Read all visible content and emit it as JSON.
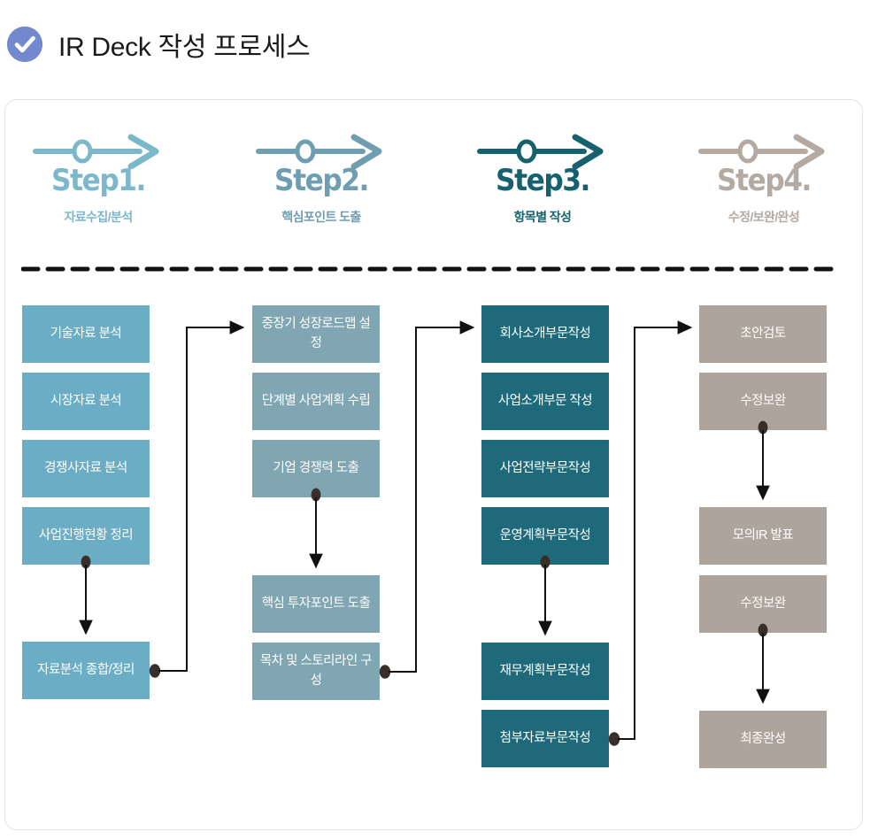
{
  "header": {
    "icon": "check-circle-icon",
    "title": "IR Deck 작성 프로세스",
    "icon_color": "#7289ce"
  },
  "steps": [
    {
      "word": "Step1.",
      "label": "자료수집/분석",
      "color": "#7CB7CC"
    },
    {
      "word": "Step2.",
      "label": "핵심포인트 도출",
      "color": "#6F9EB0"
    },
    {
      "word": "Step3.",
      "label": "항목별 작성",
      "color": "#17616F"
    },
    {
      "word": "Step4.",
      "label": "수정/보완/완성",
      "color": "#B4AAA1"
    }
  ],
  "columns": [
    {
      "name": "자료수집/분석",
      "color": "#6BADC4",
      "nodes": [
        {
          "label": "기술자료 분석"
        },
        {
          "label": "시장자료 분석"
        },
        {
          "label": "경쟁사자료 분석"
        },
        {
          "label": "사업진행현황 정리"
        },
        {
          "label": "자료분석 종합/정리"
        }
      ]
    },
    {
      "name": "핵심포인트 도출",
      "color": "#7FA6B2",
      "nodes": [
        {
          "label": "중장기 성장로드맵 설정"
        },
        {
          "label": "단계별 사업계획 수립"
        },
        {
          "label": "기업 경쟁력 도출"
        },
        {
          "label": "핵심 투자포인트 도출"
        },
        {
          "label": "목차 및 스토리라인 구성"
        }
      ]
    },
    {
      "name": "항목별 작성",
      "color": "#1E6A7A",
      "nodes": [
        {
          "label": "회사소개부문작성"
        },
        {
          "label": "사업소개부문 작성"
        },
        {
          "label": "사업전략부문작성"
        },
        {
          "label": "운영계획부문작성"
        },
        {
          "label": "재무계획부문작성"
        },
        {
          "label": "첨부자료부문작성"
        }
      ]
    },
    {
      "name": "수정/보완/완성",
      "color": "#ADA49B",
      "nodes": [
        {
          "label": "초안검토"
        },
        {
          "label": "수정보완"
        },
        {
          "label": "모의IR 발표"
        },
        {
          "label": "수정보완"
        },
        {
          "label": "최종완성"
        }
      ]
    }
  ],
  "divider": {
    "style": "dashed",
    "color": "#111111"
  }
}
